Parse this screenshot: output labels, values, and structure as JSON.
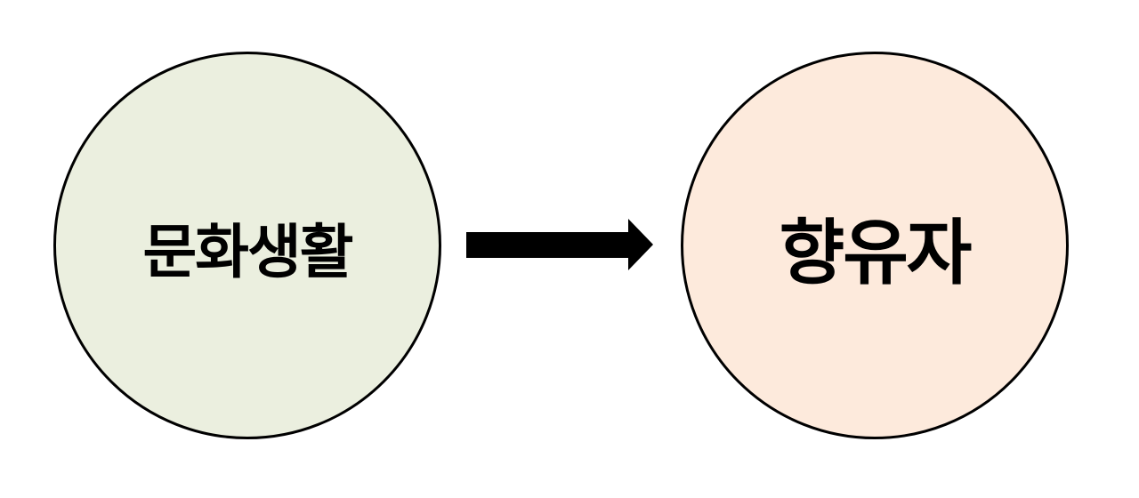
{
  "diagram": {
    "nodes": [
      {
        "id": "culture-life",
        "label": "문화생활",
        "fill": "#EBEFDF",
        "stroke": "#000000"
      },
      {
        "id": "enjoyer",
        "label": "향유자",
        "fill": "#FDEADC",
        "stroke": "#000000"
      }
    ],
    "edges": [
      {
        "from": "culture-life",
        "to": "enjoyer",
        "type": "arrow",
        "color": "#000000"
      }
    ]
  }
}
